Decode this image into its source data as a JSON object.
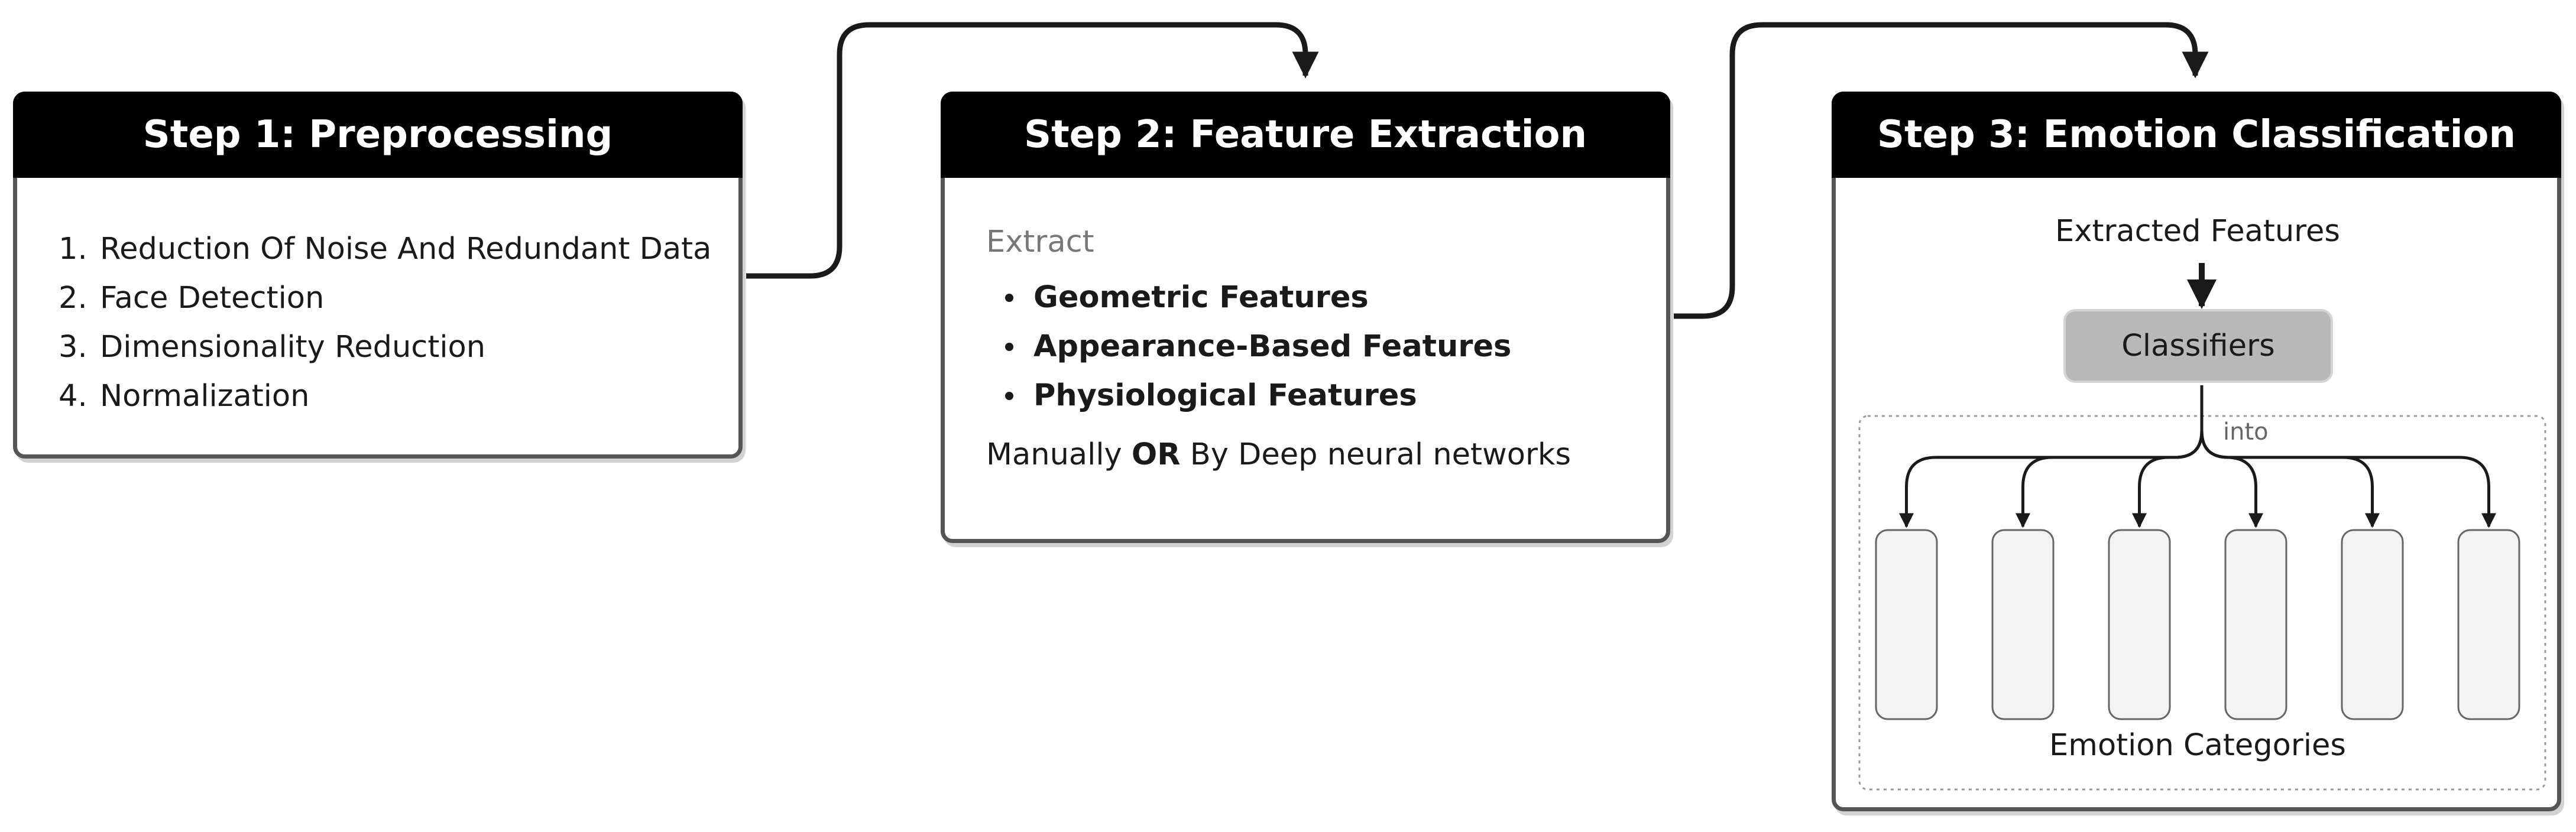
{
  "steps": [
    {
      "title": "Step 1: Preprocessing",
      "items": [
        {
          "num": "1.",
          "text": "Reduction Of Noise And Redundant Data"
        },
        {
          "num": "2.",
          "text": "Face Detection"
        },
        {
          "num": "3.",
          "text": "Dimensionality Reduction"
        },
        {
          "num": "4.",
          "text": "Normalization"
        }
      ]
    },
    {
      "title": "Step 2: Feature Extraction",
      "extract_label": "Extract",
      "features": [
        "Geometric Features",
        "Appearance-Based Features",
        "Physiological Features"
      ],
      "method_before": "Manually ",
      "method_bold": "OR",
      "method_after": " By Deep neural networks"
    },
    {
      "title": "Step 3: Emotion Classification",
      "input_label": "Extracted Features",
      "classifier_label": "Classifiers",
      "into_label": "into",
      "category_count": 6,
      "categories_label": "Emotion Categories"
    }
  ],
  "colors": {
    "header_bg": "#000000",
    "header_text": "#ffffff",
    "box_border": "#555555",
    "classifier_fill": "#b8b8b8",
    "category_fill": "#f3f3f3",
    "muted_text": "#777777"
  }
}
